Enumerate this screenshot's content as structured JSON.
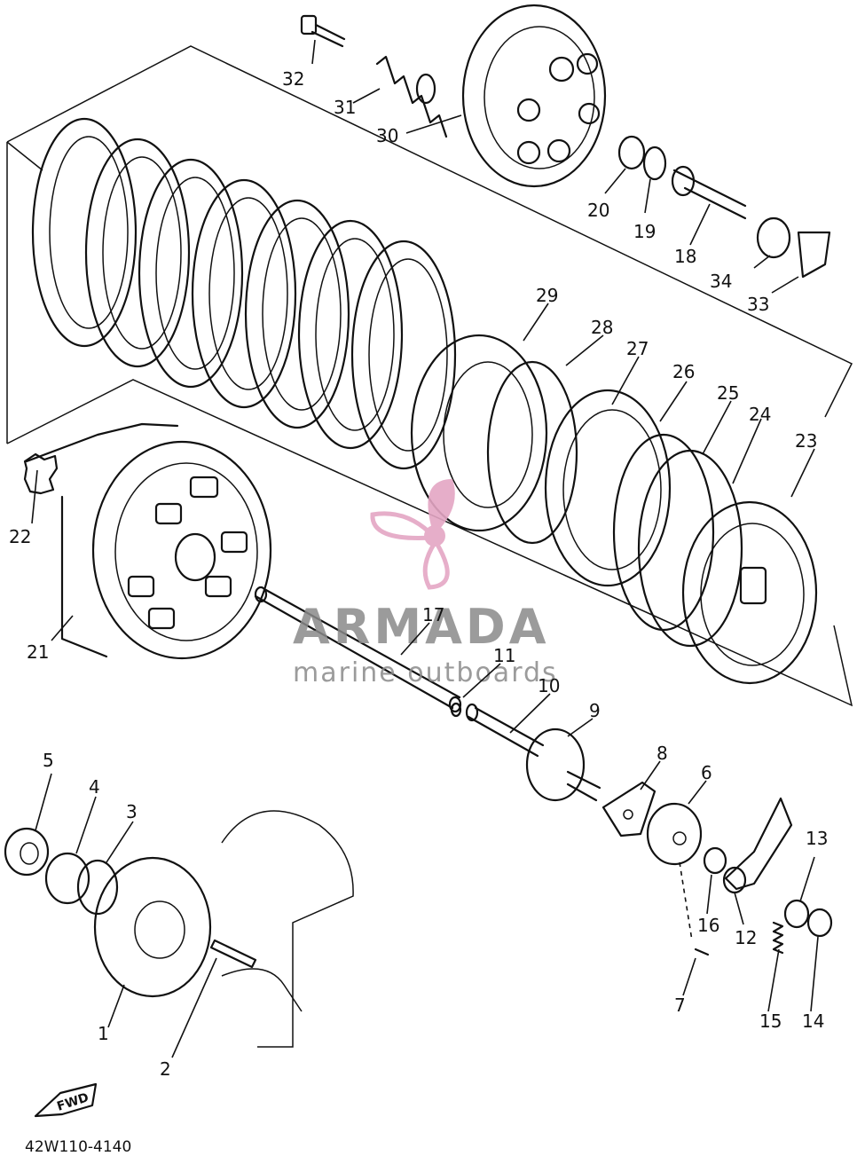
{
  "diagram": {
    "part_code": "42W110-4140",
    "fwd_label": "FWD",
    "watermark": {
      "brand": "ARMADA",
      "tagline": "marine outboards",
      "brand_color": "#8a8a8a",
      "logo_color": "#e4a6c4"
    },
    "callouts": [
      {
        "id": "1",
        "label": "1"
      },
      {
        "id": "2",
        "label": "2"
      },
      {
        "id": "3",
        "label": "3"
      },
      {
        "id": "4",
        "label": "4"
      },
      {
        "id": "5",
        "label": "5"
      },
      {
        "id": "6",
        "label": "6"
      },
      {
        "id": "7",
        "label": "7"
      },
      {
        "id": "8",
        "label": "8"
      },
      {
        "id": "9",
        "label": "9"
      },
      {
        "id": "10",
        "label": "10"
      },
      {
        "id": "11",
        "label": "11"
      },
      {
        "id": "12",
        "label": "12"
      },
      {
        "id": "13",
        "label": "13"
      },
      {
        "id": "14",
        "label": "14"
      },
      {
        "id": "15",
        "label": "15"
      },
      {
        "id": "16",
        "label": "16"
      },
      {
        "id": "17",
        "label": "17"
      },
      {
        "id": "18",
        "label": "18"
      },
      {
        "id": "19",
        "label": "19"
      },
      {
        "id": "20",
        "label": "20"
      },
      {
        "id": "21",
        "label": "21"
      },
      {
        "id": "22",
        "label": "22"
      },
      {
        "id": "23",
        "label": "23"
      },
      {
        "id": "24",
        "label": "24"
      },
      {
        "id": "25",
        "label": "25"
      },
      {
        "id": "26",
        "label": "26"
      },
      {
        "id": "27",
        "label": "27"
      },
      {
        "id": "28",
        "label": "28"
      },
      {
        "id": "29",
        "label": "29"
      },
      {
        "id": "30",
        "label": "30"
      },
      {
        "id": "31",
        "label": "31"
      },
      {
        "id": "32",
        "label": "32"
      },
      {
        "id": "33",
        "label": "33"
      },
      {
        "id": "34",
        "label": "34"
      }
    ]
  }
}
